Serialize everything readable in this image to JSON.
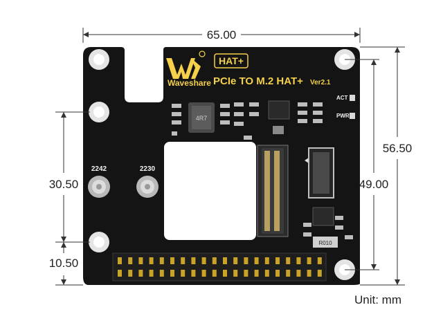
{
  "board": {
    "brand_logo": "WS",
    "brand_name": "Waveshare",
    "hat_badge": "HAT+",
    "title": "PCIe TO M.2 HAT+",
    "version": "Ver2.1",
    "led_act": "ACT",
    "led_pwr": "PWR",
    "inductor_mark": "4R7",
    "resistor_mark": "R010",
    "mount_2242": "2242",
    "mount_2230": "2230"
  },
  "dimensions": {
    "width": "65.00",
    "height_total": "56.50",
    "height_inner": "49.00",
    "left_upper": "30.50",
    "left_lower": "10.50"
  },
  "unit_label": "Unit: mm",
  "colors": {
    "pcb": "#141414",
    "silkscreen": "#f5d04a",
    "hole_ring": "#d9d9d9",
    "header_pins": "#c9a227"
  }
}
